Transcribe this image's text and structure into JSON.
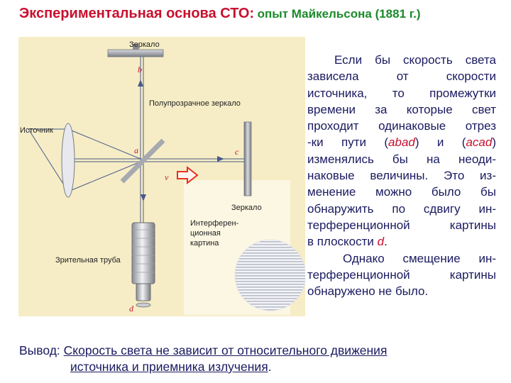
{
  "title": {
    "main": "Экспериментальная основа СТО:",
    "sub": "опыт Майкельсона (1881 г.)"
  },
  "diagram": {
    "labels": {
      "mirror_top": "Зеркало",
      "semi_mirror": "Полупрозрачное зеркало",
      "source": "Источник",
      "mirror_right": "Зеркало",
      "interference": [
        "Интерферен-",
        "ционная",
        "картина"
      ],
      "telescope": "Зрительная труба"
    },
    "points": {
      "a": "a",
      "b": "b",
      "c": "c",
      "d": "d",
      "v": "v"
    },
    "colors": {
      "background": "#f6edc6",
      "arrow": "#e83020",
      "mirror": "#a7a9b0",
      "beam": "#4a5a8a"
    }
  },
  "paragraph": {
    "lines": [
      "Если бы скорость света",
      "зависела от скорости",
      "источника, то промежутки",
      "времени за которые свет",
      "проходит одинаковые отрез",
      "-ки пути (abad) и (acad)",
      "изменялись бы на неоди-",
      "наковые величины. Это из-",
      "менение можно было бы",
      "обнаружить по сдвигу ин-",
      "терференционной картины",
      "в плоскости d.",
      "Однако смещение ин-",
      "терференционной картины",
      "обнаружено не было."
    ],
    "em_abad": "abad",
    "em_acad": "acad",
    "em_d": "d"
  },
  "conclusion": {
    "label": "Вывод:",
    "line1": "Скорость света не зависит от относительного движения",
    "line2": "источника и приемника излучения",
    "end": "."
  }
}
